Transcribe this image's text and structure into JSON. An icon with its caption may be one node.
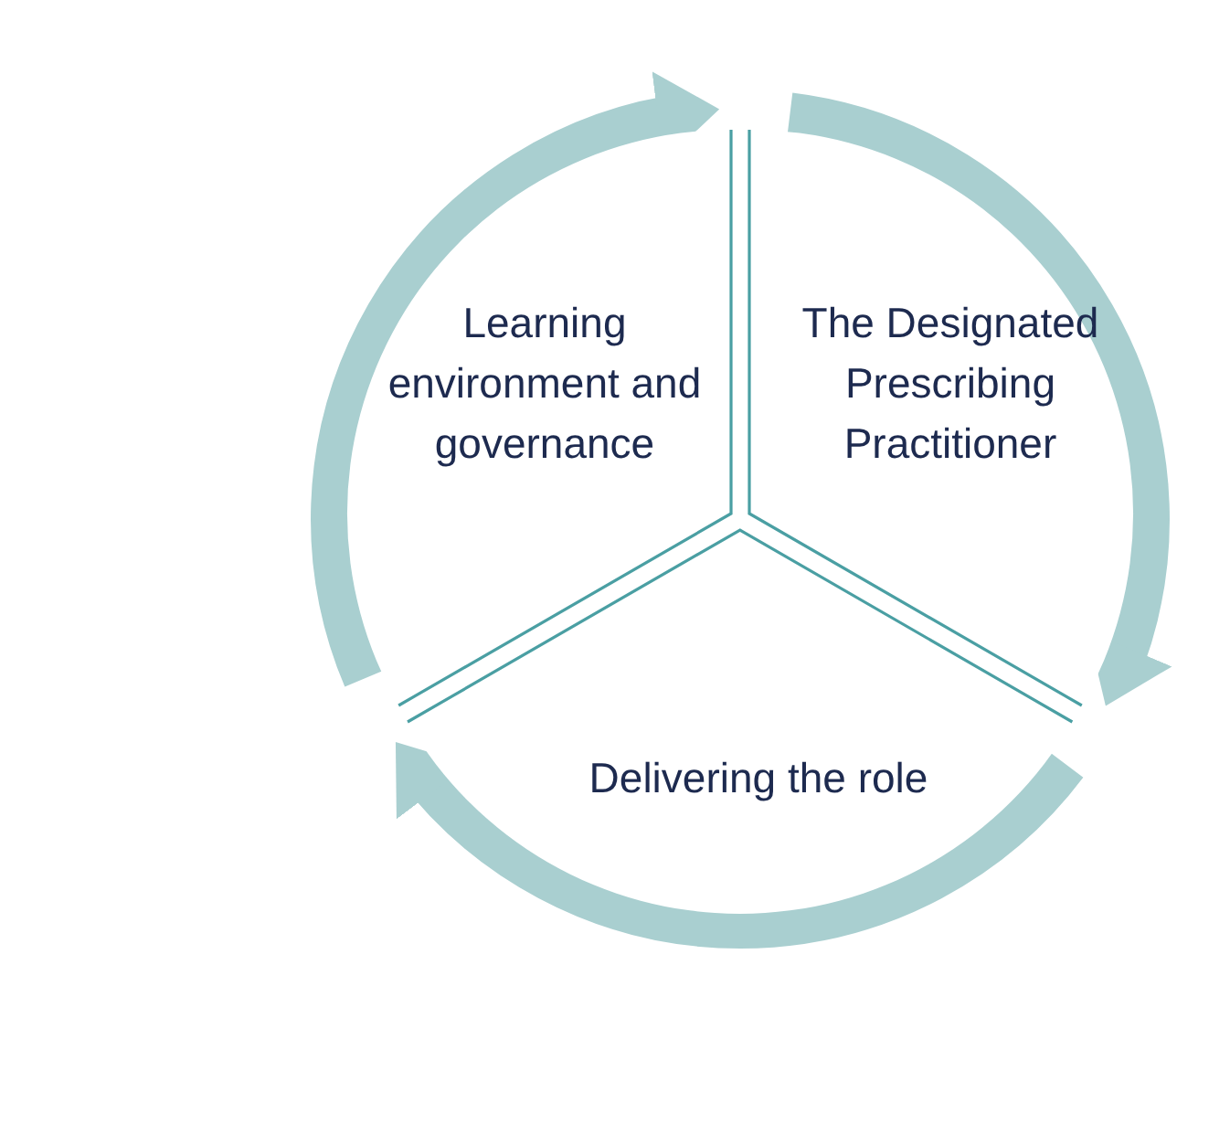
{
  "diagram": {
    "nodes": [
      {
        "text": [
          "Learning environment and governance"
        ]
      },
      {
        "text": [
          "The Designated Prescribing Practitioner"
        ]
      },
      {
        "text": [
          "Delivering the role"
        ]
      }
    ],
    "edges": [
      {
        "from": 0,
        "to": 1,
        "arrow": "to"
      },
      {
        "from": 1,
        "to": 2,
        "arrow": "to"
      },
      {
        "from": 2,
        "to": 0,
        "arrow": "to"
      }
    ]
  }
}
